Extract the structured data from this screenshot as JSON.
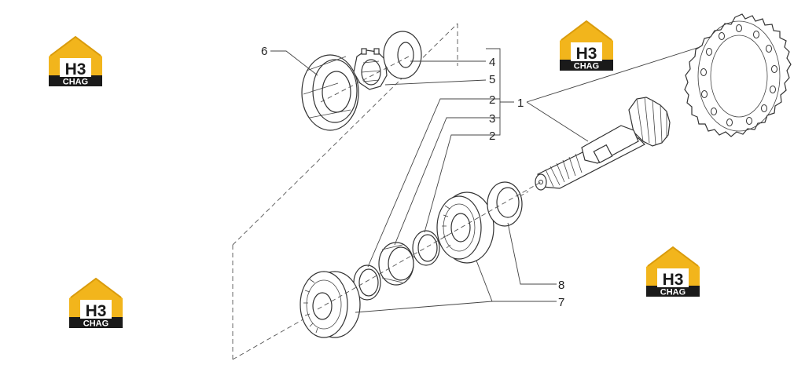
{
  "logo": {
    "mark": "H3",
    "word": "CHAG",
    "colors": {
      "yellow": "#f2b51c",
      "dark": "#1a1a1a",
      "white": "#ffffff"
    }
  },
  "callouts": [
    {
      "id": "c6",
      "label": "6"
    },
    {
      "id": "c4",
      "label": "4"
    },
    {
      "id": "c5",
      "label": "5"
    },
    {
      "id": "c2a",
      "label": "2"
    },
    {
      "id": "c3",
      "label": "3"
    },
    {
      "id": "c2b",
      "label": "2"
    },
    {
      "id": "c1",
      "label": "1"
    },
    {
      "id": "c8",
      "label": "8"
    },
    {
      "id": "c7",
      "label": "7"
    }
  ]
}
